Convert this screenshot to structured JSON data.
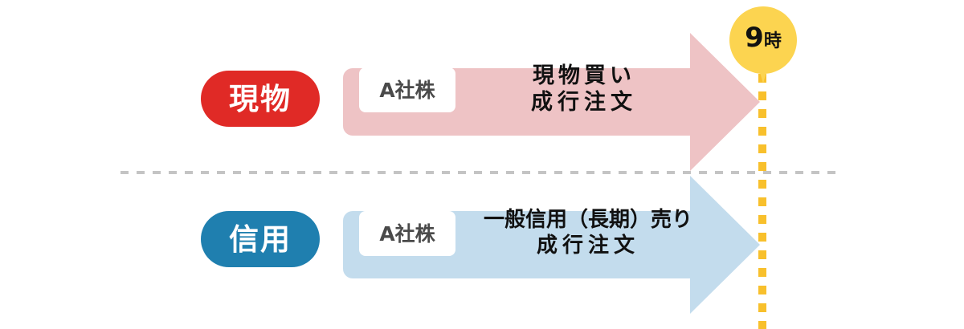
{
  "diagram": {
    "rows": [
      {
        "pill_label": "現物",
        "pill_color": "#e02a26",
        "arrow_color": "#eec3c5",
        "ticker_label": "A社株",
        "order_line_1": "現物買い",
        "order_line_2": "成行注文"
      },
      {
        "pill_label": "信用",
        "pill_color": "#1f7faf",
        "arrow_color": "#c3dced",
        "ticker_label": "A社株",
        "order_line_1": "一般信用（長期）売り",
        "order_line_2": "成行注文"
      }
    ],
    "time_marker": {
      "number": "9",
      "unit": "時",
      "badge_color": "#fcd450",
      "line_color": "#f8c02c"
    },
    "divider": {
      "color": "#c4c4c4"
    }
  }
}
